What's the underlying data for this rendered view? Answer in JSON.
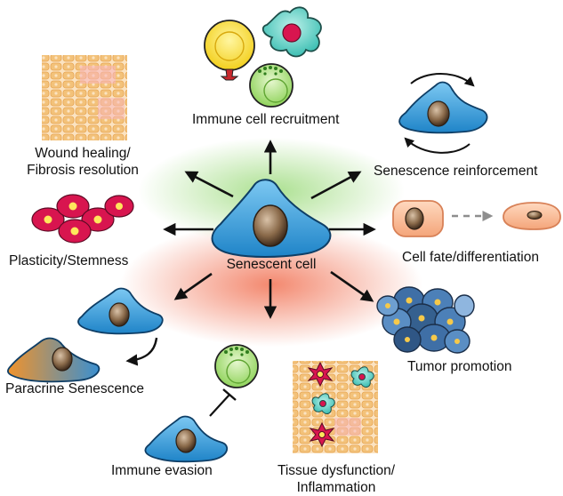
{
  "center": {
    "label": "Senescent cell"
  },
  "outcomes": {
    "immune_recruitment": "Immune cell recruitment",
    "wound_healing": [
      "Wound healing/",
      "Fibrosis resolution"
    ],
    "reinforcement": "Senescence reinforcement",
    "plasticity": "Plasticity/Stemness",
    "cell_fate": "Cell fate/differentiation",
    "tumor_promotion": "Tumor promotion",
    "paracrine": "Paracrine Senescence",
    "immune_evasion": "Immune evasion",
    "tissue_dysfunction": [
      "Tissue dysfunction/",
      "Inflammation"
    ]
  },
  "colors": {
    "senescent_cell": "#3aa0dd",
    "nucleus": "#8a6a4a",
    "green_glow": "#8fd66b",
    "red_glow": "#f06a4a",
    "tissue": "#f3c27a",
    "red_cell": "#d8154f",
    "arrow": "#111111"
  }
}
